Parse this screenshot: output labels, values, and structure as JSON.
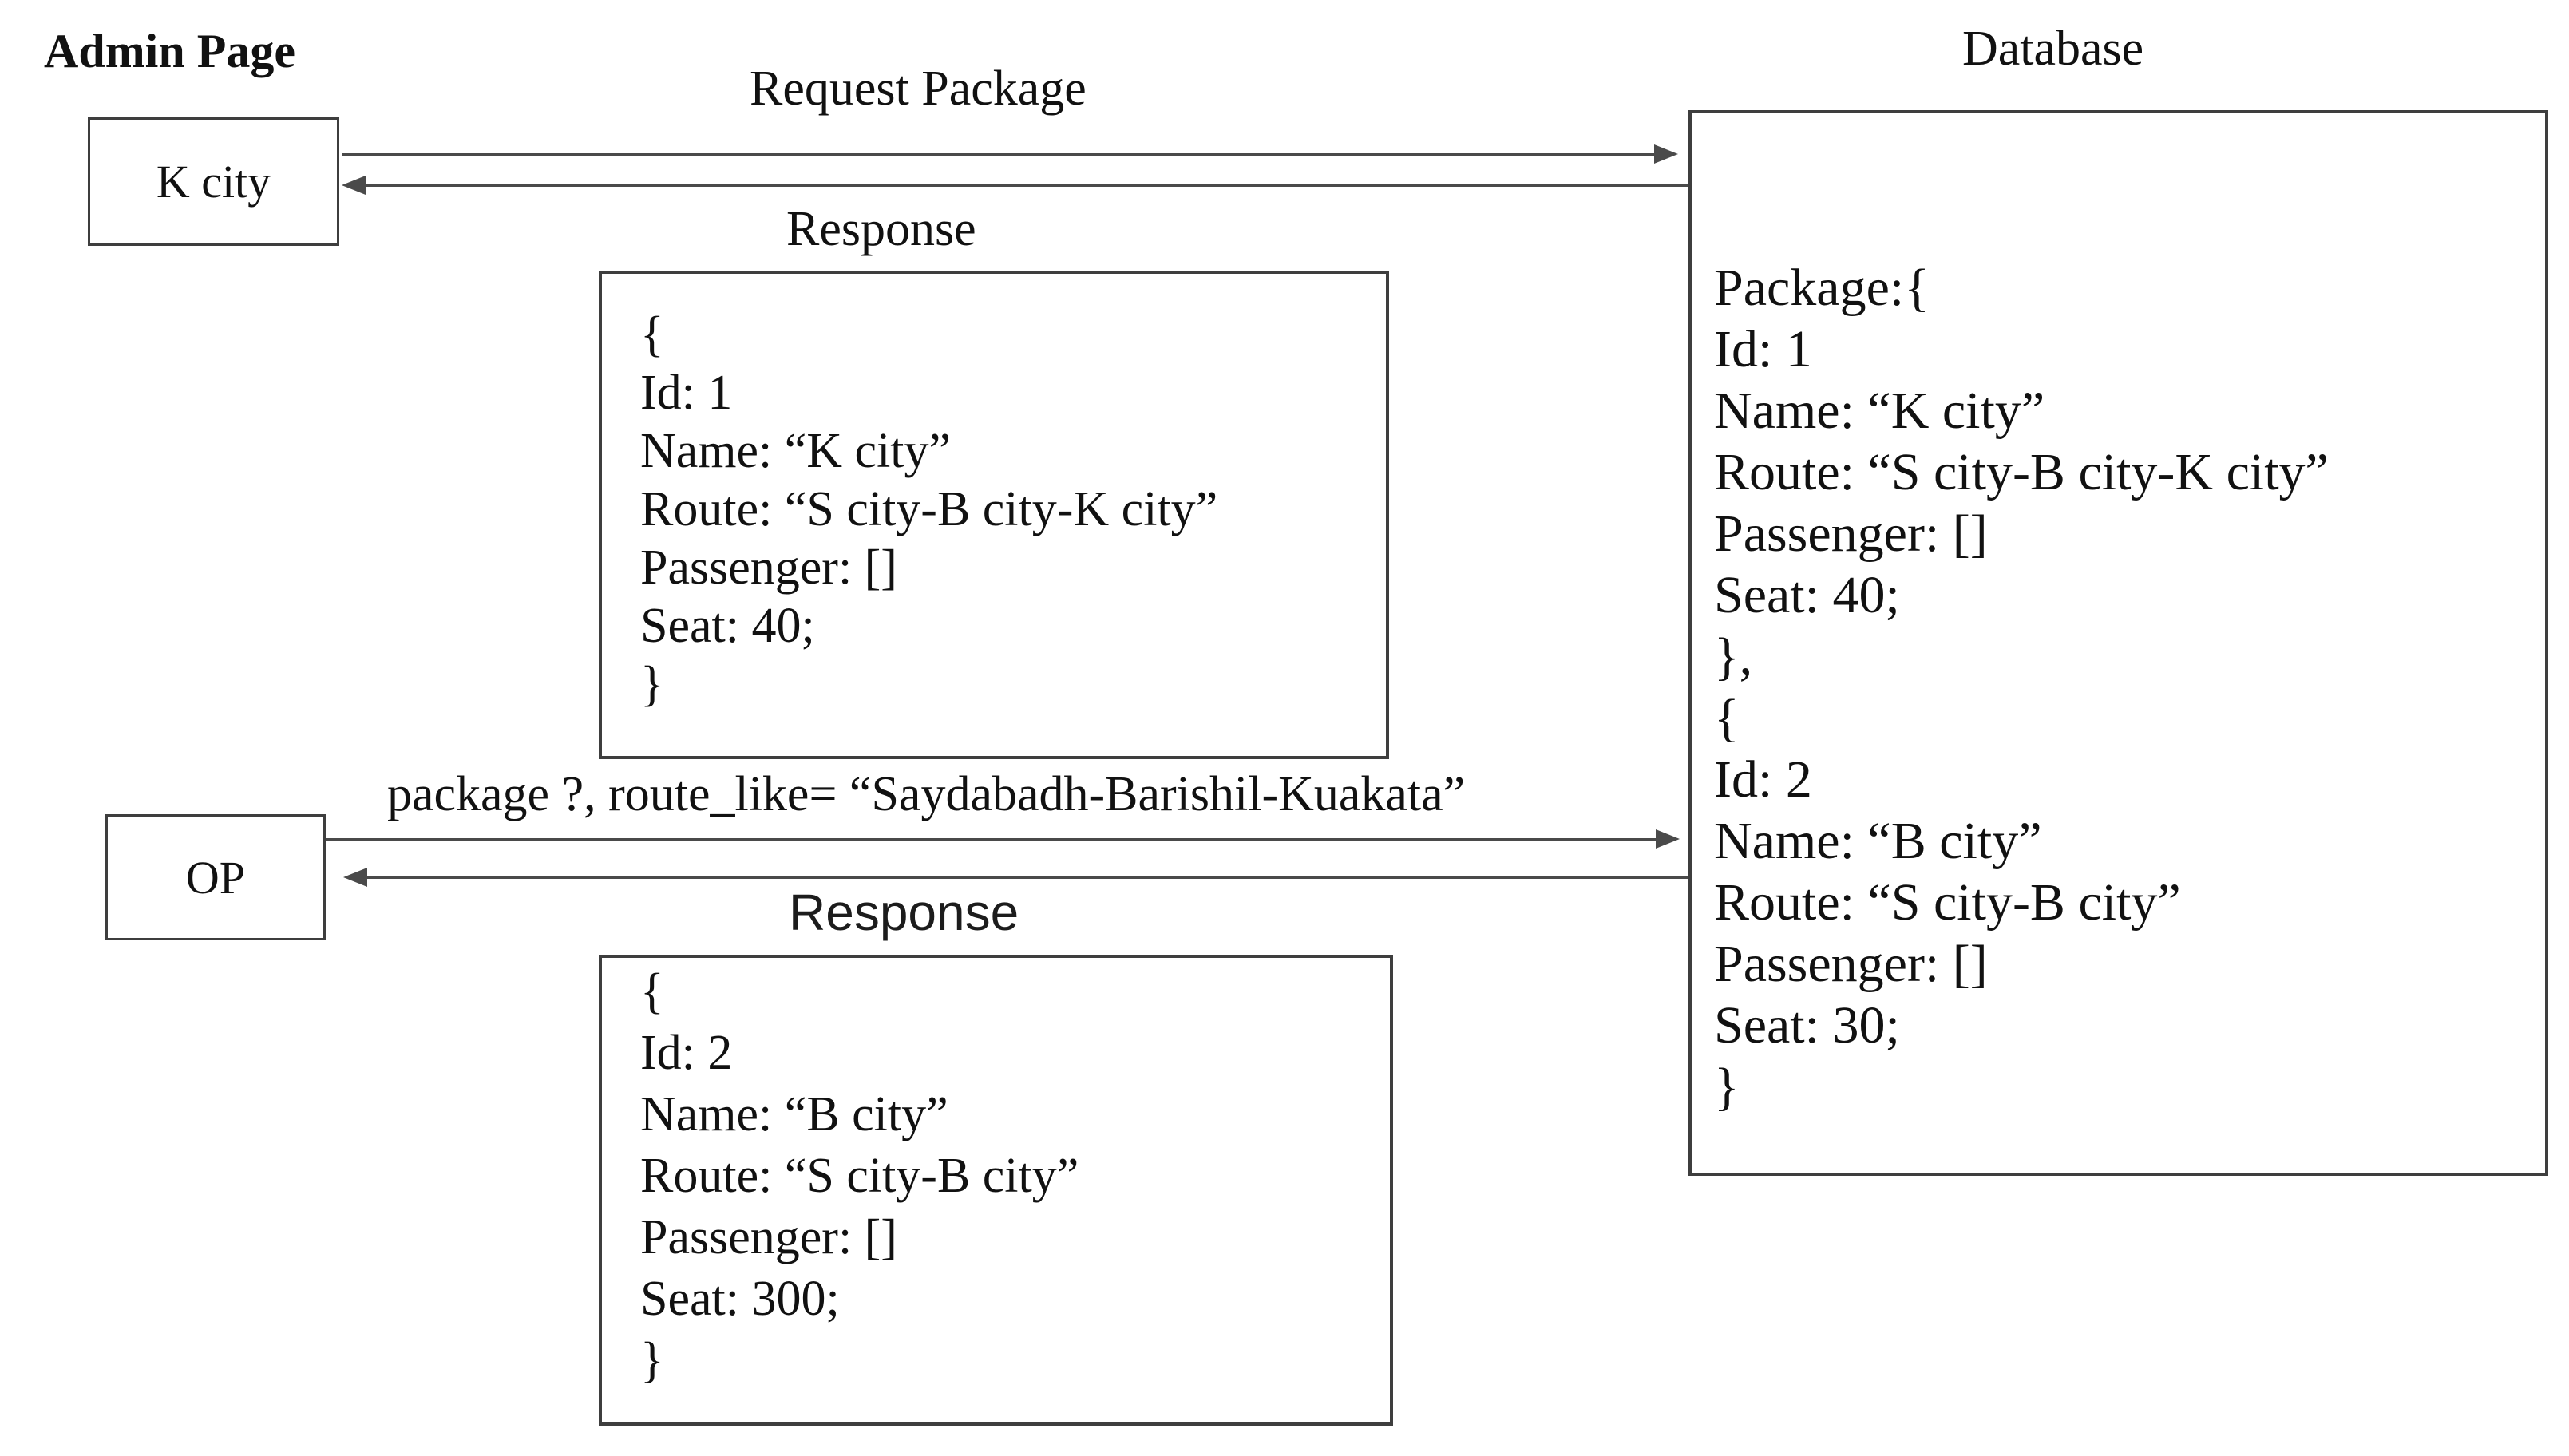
{
  "labels": {
    "admin_page": "Admin Page",
    "database": "Database",
    "request_package": "Request Package",
    "response_top": "Response",
    "query": "package ?, route_like= “Saydabadh-Barishil-Kuakata”",
    "response_bottom": "Response"
  },
  "nodes": {
    "k_city": "K city",
    "op": "OP"
  },
  "response_box_1": {
    "lines": [
      "{",
      "Id: 1",
      "Name: “K city”",
      "Route: “S city-B city-K city”",
      "Passenger: []",
      "Seat: 40;",
      "}"
    ]
  },
  "response_box_2": {
    "lines": [
      "{",
      "Id: 2",
      "Name: “B city”",
      "Route: “S city-B city”",
      "Passenger: []",
      "Seat: 300;",
      "}"
    ]
  },
  "database_box": {
    "lines": [
      "Package:{",
      "Id: 1",
      "Name: “K city”",
      "Route: “S city-B city-K city”",
      "Passenger: []",
      "Seat: 40;",
      "},",
      "{",
      "Id: 2",
      "Name: “B city”",
      "Route: “S city-B city”",
      "Passenger: []",
      "Seat: 30;",
      "}"
    ]
  },
  "colors": {
    "text": "#111111",
    "border": "#3e3e3e",
    "arrow": "#4a4a4a",
    "background": "#ffffff"
  }
}
